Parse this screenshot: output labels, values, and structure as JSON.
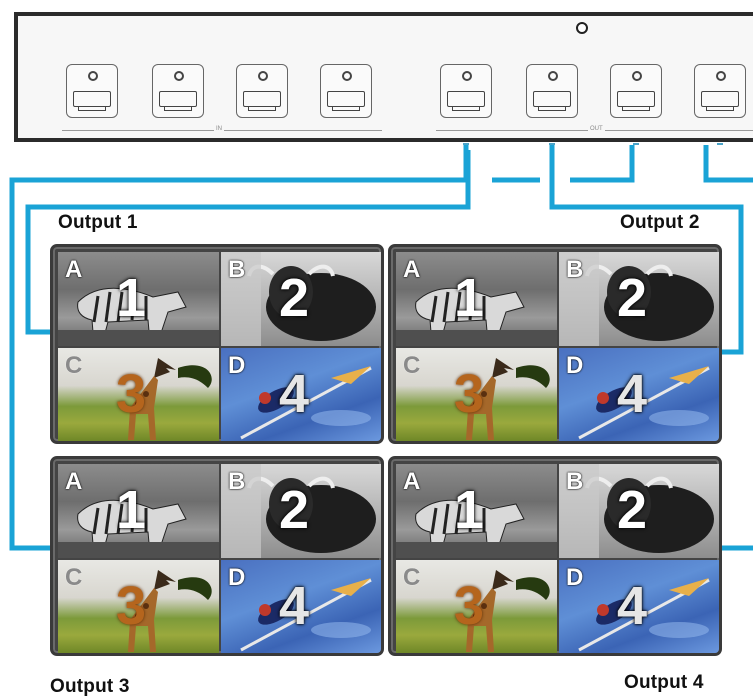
{
  "device": {
    "input_group_label": "IN",
    "output_group_label": "OUT",
    "port_count": 8
  },
  "outputs": [
    {
      "label": "Output 1"
    },
    {
      "label": "Output 2"
    },
    {
      "label": "Output 3"
    },
    {
      "label": "Output 4"
    }
  ],
  "quadrants": [
    {
      "letter": "A",
      "number": "1",
      "subject": "zebra"
    },
    {
      "letter": "B",
      "number": "2",
      "subject": "yak"
    },
    {
      "letter": "C",
      "number": "3",
      "subject": "giraffe"
    },
    {
      "letter": "D",
      "number": "4",
      "subject": "bird"
    }
  ],
  "colors": {
    "cable": "#1aa3d6",
    "frame": "#3a3a3a",
    "device_border": "#2b2b2b"
  }
}
